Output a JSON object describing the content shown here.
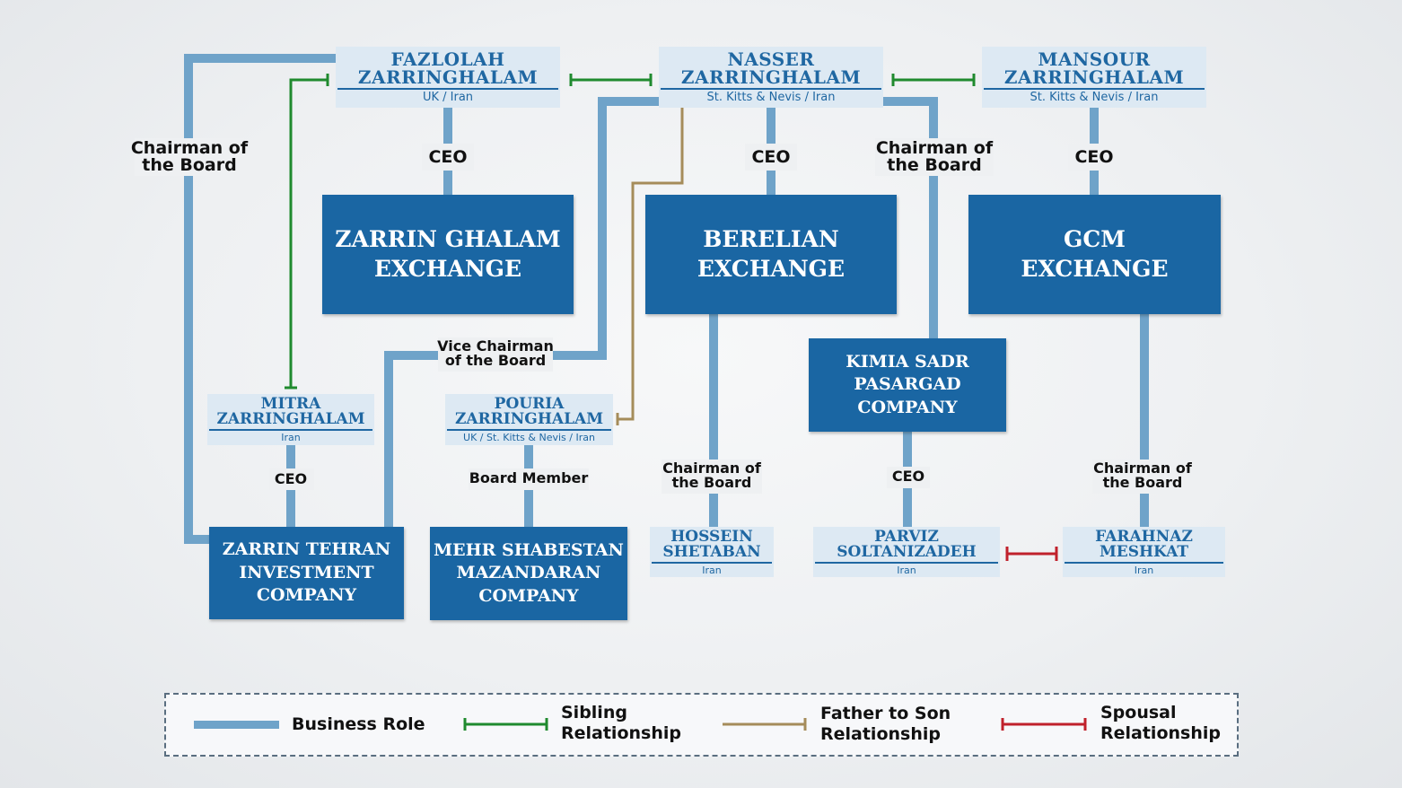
{
  "people": {
    "fazlolah": {
      "line1": "FAZLOLAH",
      "line2": "ZARRINGHALAM",
      "country": "UK / Iran"
    },
    "nasser": {
      "line1": "NASSER",
      "line2": "ZARRINGHALAM",
      "country": "St. Kitts & Nevis / Iran"
    },
    "mansour": {
      "line1": "MANSOUR",
      "line2": "ZARRINGHALAM",
      "country": "St. Kitts & Nevis / Iran"
    },
    "mitra": {
      "line1": "MITRA",
      "line2": "ZARRINGHALAM",
      "country": "Iran"
    },
    "pouria": {
      "line1": "POURIA",
      "line2": "ZARRINGHALAM",
      "country": "UK / St. Kitts & Nevis / Iran"
    },
    "hossein": {
      "line1": "HOSSEIN",
      "line2": "SHETABAN",
      "country": "Iran"
    },
    "parviz": {
      "line1": "PARVIZ",
      "line2": "SOLTANIZADEH",
      "country": "Iran"
    },
    "farahnaz": {
      "line1": "FARAHNAZ",
      "line2": "MESHKAT",
      "country": "Iran"
    }
  },
  "companies": {
    "zarrin_ghalam": {
      "line1": "ZARRIN GHALAM",
      "line2": "EXCHANGE"
    },
    "berelian": {
      "line1": "BERELIAN",
      "line2": "EXCHANGE"
    },
    "gcm": {
      "line1": "GCM",
      "line2": "EXCHANGE"
    },
    "kimia": {
      "line1": "KIMIA SADR",
      "line2": "PASARGAD",
      "line3": "COMPANY"
    },
    "zarrin_tehran": {
      "line1": "ZARRIN TEHRAN",
      "line2": "INVESTMENT",
      "line3": "COMPANY"
    },
    "mehr": {
      "line1": "MEHR SHABESTAN",
      "line2": "MAZANDARAN",
      "line3": "COMPANY"
    }
  },
  "roles": {
    "chairman_left": {
      "line1": "Chairman of",
      "line2": "the Board"
    },
    "ceo_fazlolah": "CEO",
    "ceo_nasser": "CEO",
    "chairman_nasser": {
      "line1": "Chairman of",
      "line2": "the Board"
    },
    "ceo_mansour": "CEO",
    "vice_chairman": {
      "line1": "Vice Chairman",
      "line2": "of the Board"
    },
    "ceo_mitra": "CEO",
    "board_member": "Board Member",
    "chairman_hossein": {
      "line1": "Chairman of",
      "line2": "the Board"
    },
    "ceo_parviz": "CEO",
    "chairman_farahnaz": {
      "line1": "Chairman of",
      "line2": "the Board"
    }
  },
  "legend": {
    "business": "Business Role",
    "sibling": {
      "line1": "Sibling",
      "line2": "Relationship"
    },
    "father": {
      "line1": "Father to Son",
      "line2": "Relationship"
    },
    "spousal": {
      "line1": "Spousal",
      "line2": "Relationship"
    }
  },
  "colors": {
    "business_role": "#6fa3c9",
    "sibling": "#1f8a2e",
    "father_to_son": "#a58c5a",
    "spousal": "#c0212b",
    "company_box": "#1a66a3",
    "person_box": "#dde9f3"
  }
}
